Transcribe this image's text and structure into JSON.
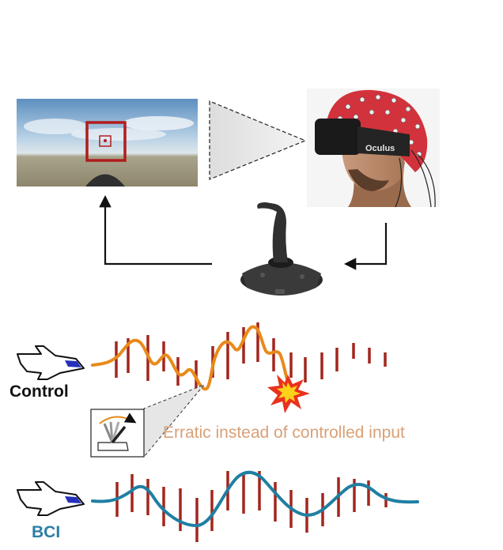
{
  "labels": {
    "control": "Control",
    "bci": "BCI",
    "erratic": "Erratic instead of controlled input",
    "headset_brand": "Oculus"
  },
  "colors": {
    "control_trace": "#e88a1a",
    "bci_trace": "#1f7fa3",
    "tick_marks": "#a2261e",
    "target_box": "#b01c1c",
    "explosion_outer": "#e8321e",
    "explosion_inner": "#ffd21a",
    "erratic_text": "#d9a077",
    "bci_text": "#2b7fa6"
  },
  "icons": [
    "airplane-icon",
    "joystick-icon",
    "vr-headset-icon",
    "eeg-cap-icon",
    "explosion-icon",
    "flight-stick-sketch-icon"
  ]
}
